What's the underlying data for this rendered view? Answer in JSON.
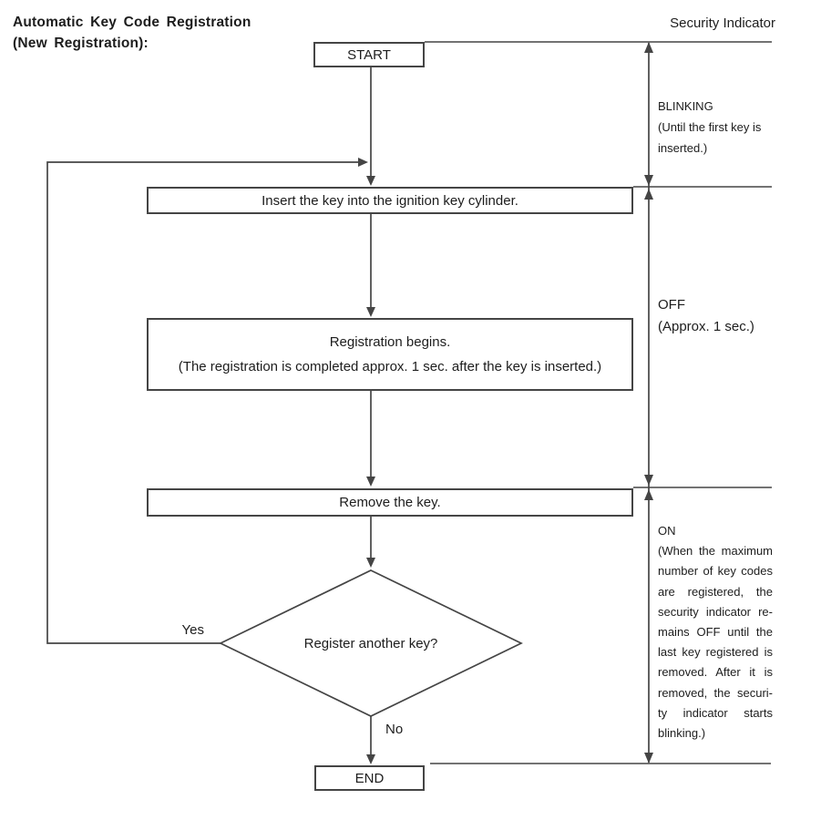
{
  "page": {
    "title_line1": "Automatic Key Code Registration",
    "title_line2": "(New Registration):"
  },
  "flowchart": {
    "start_label": "START",
    "step_insert": "Insert the key into the ignition key cylinder.",
    "step_registration_line1": "Registration begins.",
    "step_registration_line2": "(The registration is completed approx. 1 sec. after the key is inserted.)",
    "step_remove": "Remove the key.",
    "decision_question": "Register another key?",
    "branch_yes": "Yes",
    "branch_no": "No",
    "end_label": "END"
  },
  "indicator": {
    "heading": "Security Indicator",
    "segments": [
      {
        "state": "BLINKING",
        "notes": [
          "(Until the first key is",
          "inserted.)"
        ]
      },
      {
        "state": "OFF",
        "notes": [
          "(Approx. 1 sec.)"
        ]
      },
      {
        "state": "ON",
        "notes": [
          "(When the maximum",
          "number of key codes",
          "are registered, the",
          "security indicator re-",
          "mains OFF until the",
          "last key registered is",
          "removed. After it is",
          "removed, the securi-",
          "ty indicator starts",
          "blinking.)"
        ]
      }
    ]
  },
  "colors": {
    "line": "#454545",
    "text": "#1d1d1d",
    "background": "#ffffff"
  }
}
